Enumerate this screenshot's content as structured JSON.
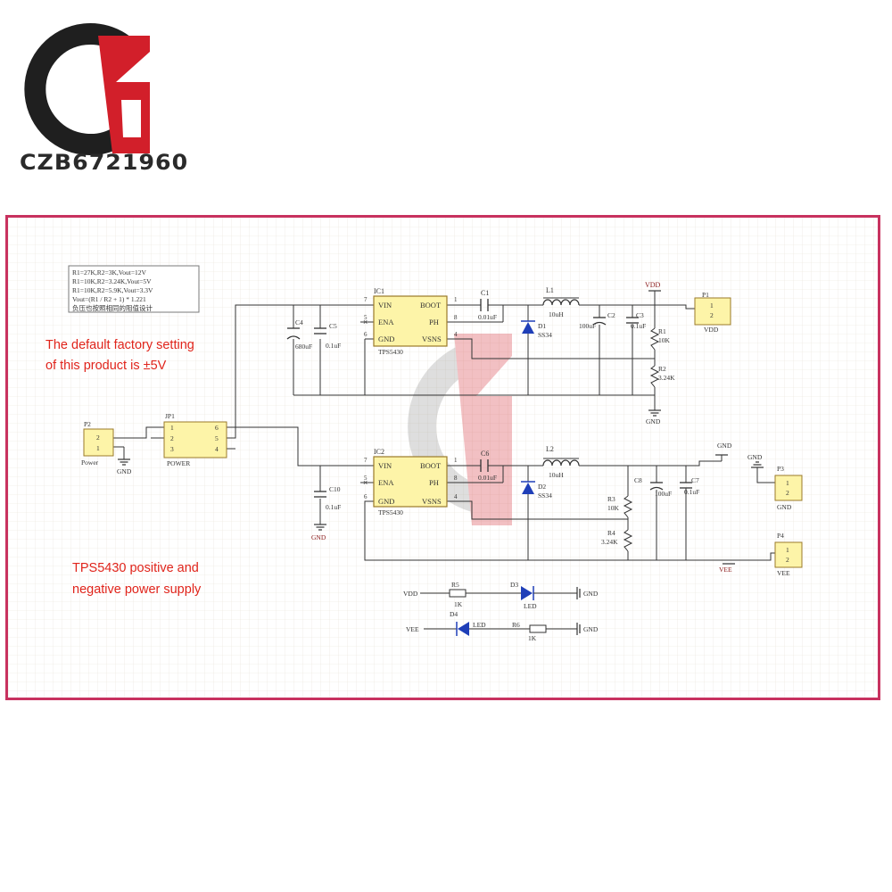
{
  "brand": {
    "name": "CZB6721960",
    "colors": {
      "dark": "#2a2a2a",
      "red": "#d21f2a",
      "frame": "#c8325f"
    }
  },
  "notes": {
    "factory_line1": "The default factory setting",
    "factory_line2": "of this product is ±5V",
    "supply_line1": "TPS5430 positive and",
    "supply_line2": "negative power supply"
  },
  "config_box": {
    "lines": [
      "R1=27K,R2=3K,Vout=12V",
      "R1=10K,R2=3.24K,Vout=5V",
      "R1=10K,R2=5.9K,Vout=3.3V",
      "Vout=(R1 / R2 + 1) * 1.221",
      "负压也按照相同的阻值设计"
    ]
  },
  "schematic": {
    "ic1": {
      "ref": "IC1",
      "part": "TPS5430",
      "vin": "VIN",
      "boot": "BOOT",
      "ena": "ENA",
      "ph": "PH",
      "gnd": "GND",
      "vsns": "VSNS"
    },
    "ic2": {
      "ref": "IC2",
      "part": "TPS5430",
      "vin": "VIN",
      "boot": "BOOT",
      "ena": "ENA",
      "ph": "PH",
      "gnd": "GND",
      "vsns": "VSNS"
    },
    "pins": {
      "p7": "7",
      "p5": "5",
      "p6": "6",
      "p1": "1",
      "p8": "8",
      "p4": "4"
    },
    "c1": {
      "ref": "C1",
      "val": "0.01uF"
    },
    "c6": {
      "ref": "C6",
      "val": "0.01uF"
    },
    "c4": {
      "ref": "C4",
      "val": "680uF"
    },
    "c5": {
      "ref": "C5",
      "val": "0.1uF"
    },
    "c10": {
      "ref": "C10",
      "val": "0.1uF"
    },
    "c2": {
      "ref": "C2",
      "val": "100uF"
    },
    "c3": {
      "ref": "C3",
      "val": "0.1uF"
    },
    "c8": {
      "ref": "C8",
      "val": "100uF"
    },
    "c7": {
      "ref": "C7",
      "val": "0.1uF"
    },
    "l1": {
      "ref": "L1",
      "val": "10uH"
    },
    "l2": {
      "ref": "L2",
      "val": "10uH"
    },
    "d1": {
      "ref": "D1",
      "val": "SS34"
    },
    "d2": {
      "ref": "D2",
      "val": "SS34"
    },
    "r1": {
      "ref": "R1",
      "val": "10K"
    },
    "r2": {
      "ref": "R2",
      "val": "3.24K"
    },
    "r3": {
      "ref": "R3",
      "val": "10K"
    },
    "r4": {
      "ref": "R4",
      "val": "3.24K"
    },
    "r5": {
      "ref": "R5",
      "val": "1K"
    },
    "r6": {
      "ref": "R6",
      "val": "1K"
    },
    "d3": {
      "ref": "D3",
      "val": "LED"
    },
    "d4": {
      "ref": "D4",
      "val": "LED"
    },
    "vdd": "VDD",
    "vee": "VEE",
    "gnd": "GND",
    "p1": {
      "ref": "P1",
      "name": "VDD",
      "pin1": "1",
      "pin2": "2"
    },
    "p2": {
      "ref": "P2",
      "name": "Power",
      "pin1": "1",
      "pin2": "2"
    },
    "p3": {
      "ref": "P3",
      "name": "GND",
      "pin1": "1",
      "pin2": "2"
    },
    "p4": {
      "ref": "P4",
      "name": "VEE",
      "pin1": "1",
      "pin2": "2"
    },
    "jp1": {
      "ref": "JP1",
      "name": "POWER",
      "pins": [
        "1",
        "2",
        "3",
        "6",
        "5",
        "4"
      ]
    }
  }
}
